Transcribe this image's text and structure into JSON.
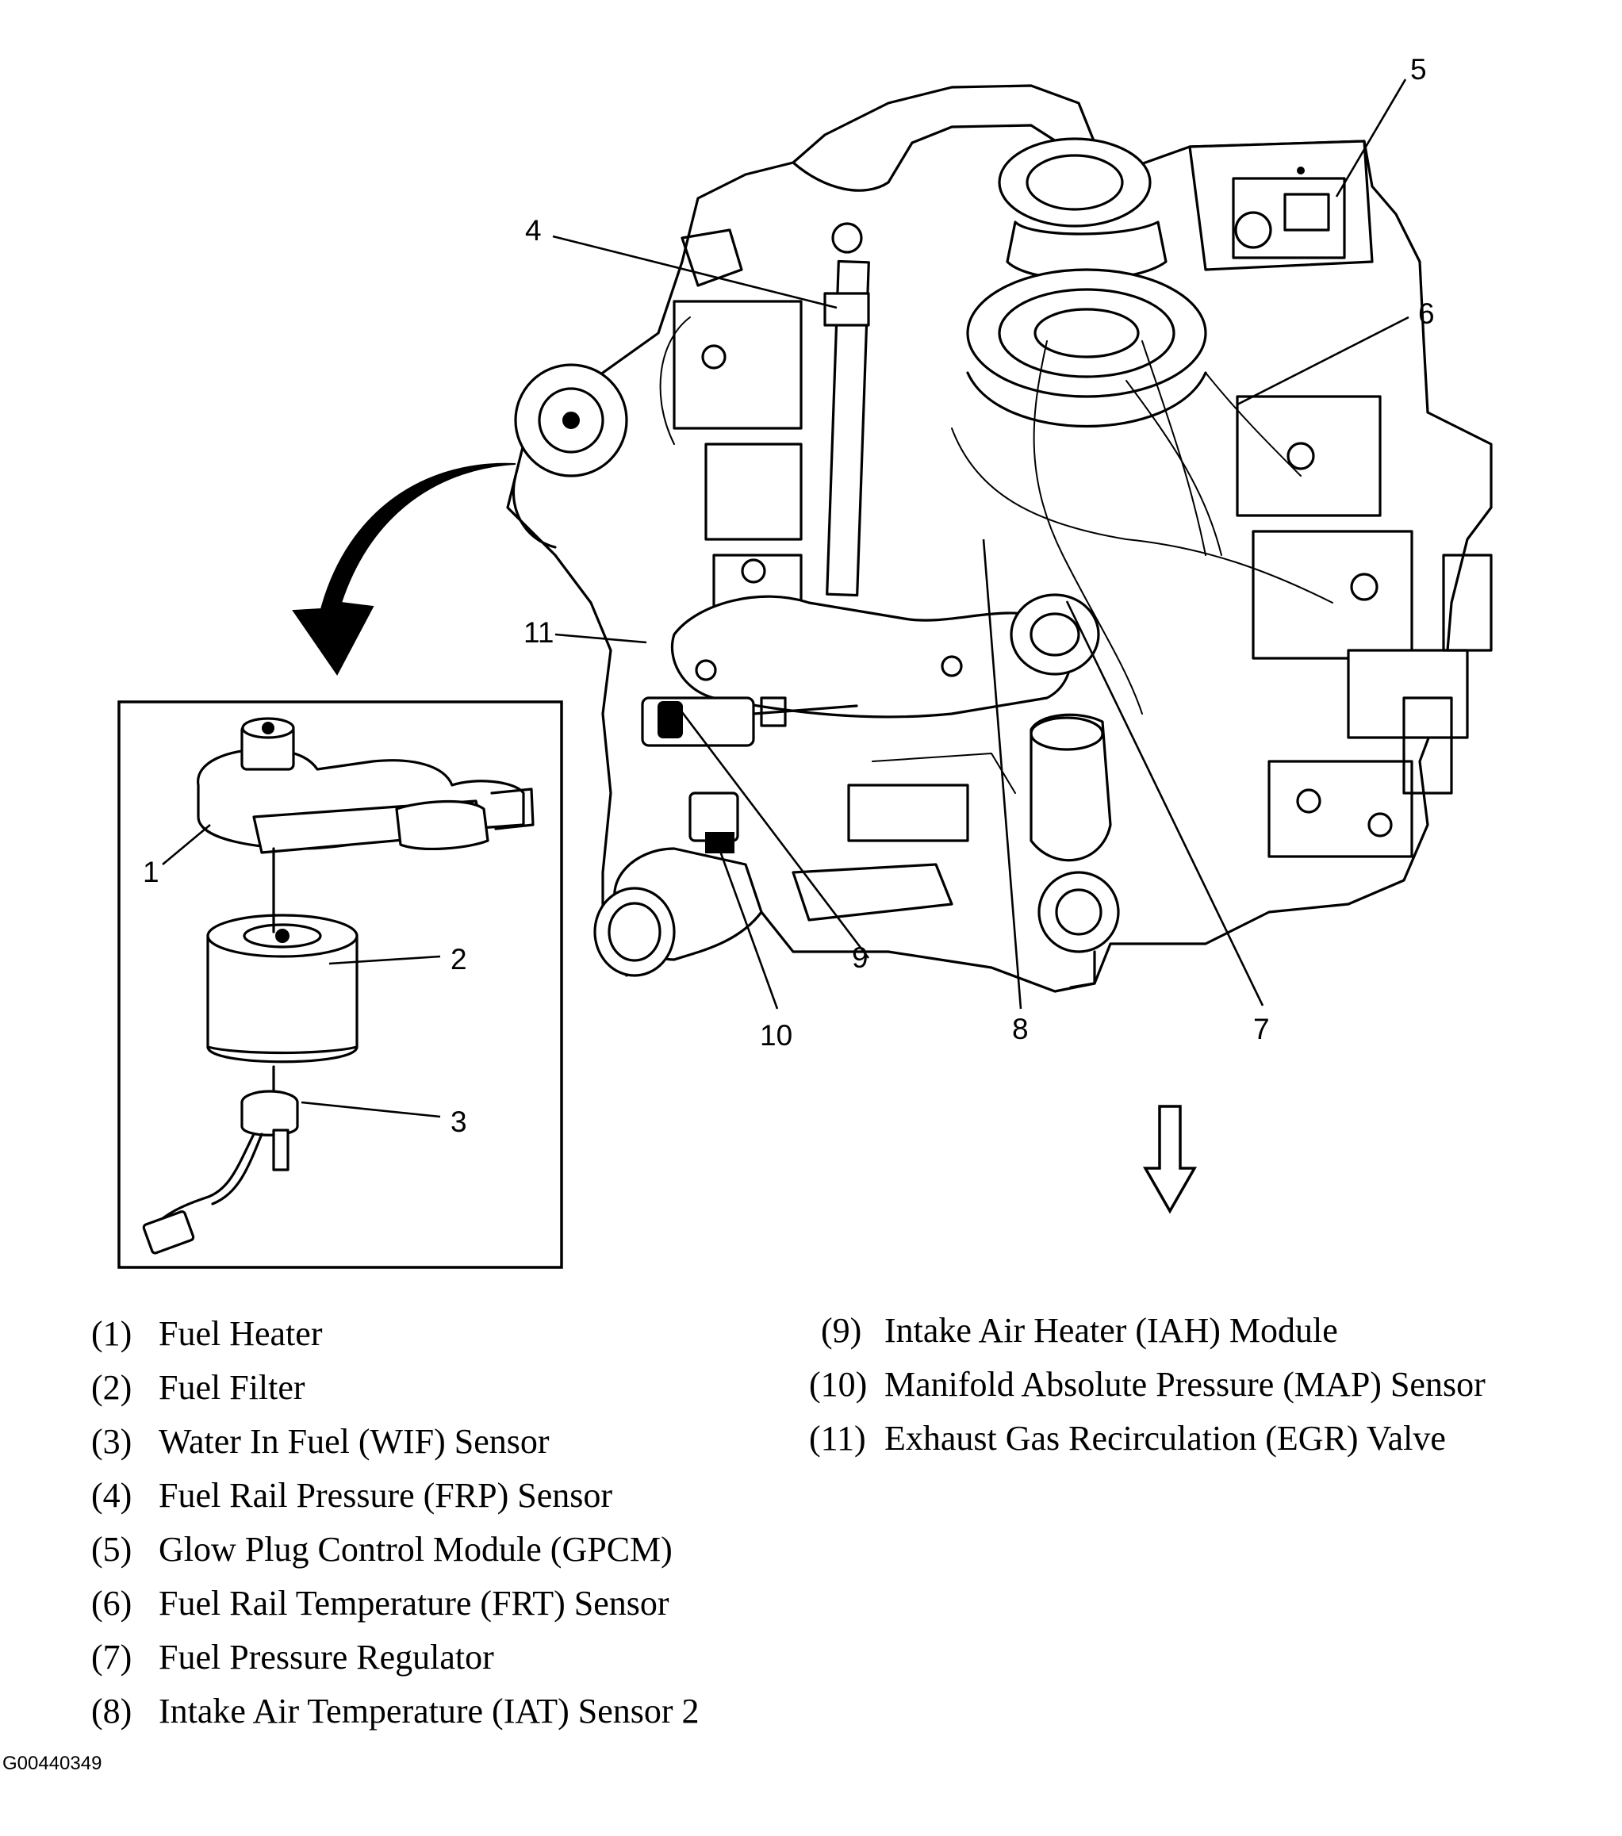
{
  "callouts": {
    "c1": "1",
    "c2": "2",
    "c3": "3",
    "c4": "4",
    "c5": "5",
    "c6": "6",
    "c7": "7",
    "c8": "8",
    "c9": "9",
    "c10": "10",
    "c11": "11"
  },
  "legend": {
    "left": [
      {
        "num": "(1)",
        "text": "Fuel Heater"
      },
      {
        "num": "(2)",
        "text": "Fuel Filter"
      },
      {
        "num": "(3)",
        "text": "Water In Fuel (WIF) Sensor"
      },
      {
        "num": "(4)",
        "text": "Fuel Rail Pressure (FRP) Sensor"
      },
      {
        "num": "(5)",
        "text": "Glow Plug Control Module (GPCM)"
      },
      {
        "num": "(6)",
        "text": "Fuel Rail Temperature (FRT) Sensor"
      },
      {
        "num": "(7)",
        "text": "Fuel Pressure Regulator"
      },
      {
        "num": "(8)",
        "text": "Intake Air Temperature (IAT) Sensor 2"
      }
    ],
    "right": [
      {
        "num": "(9)",
        "text": "Intake Air Heater (IAH) Module"
      },
      {
        "num": "(10)",
        "text": "Manifold Absolute Pressure (MAP) Sensor"
      },
      {
        "num": "(11)",
        "text": "Exhaust Gas Recirculation (EGR) Valve"
      }
    ]
  },
  "figure_id": "G00440349",
  "icons": [
    "curved-arrow-icon",
    "down-arrow-icon"
  ]
}
